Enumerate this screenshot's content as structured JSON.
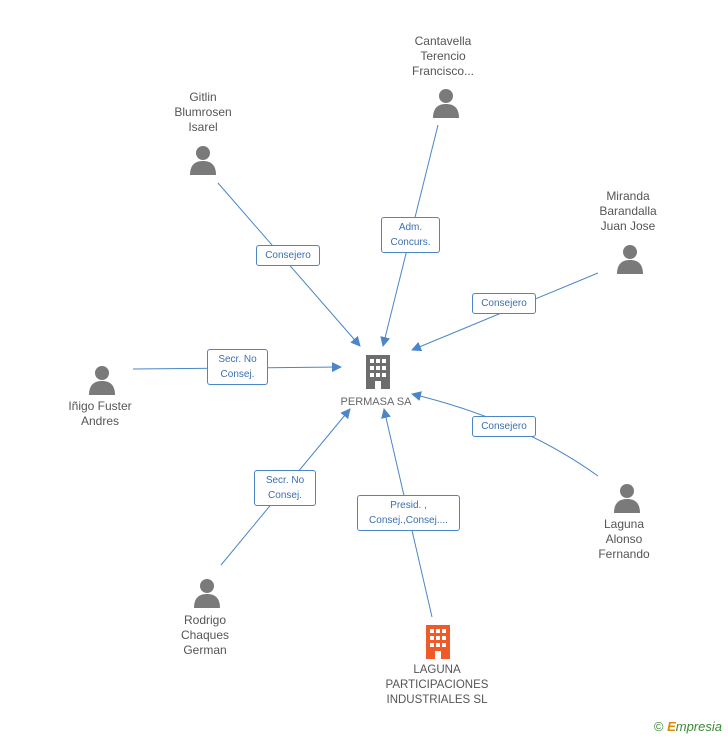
{
  "center": {
    "label": "PERMASA SA"
  },
  "people": [
    {
      "id": "gitlin",
      "lines": [
        "Gitlin",
        "Blumrosen",
        "Isarel"
      ]
    },
    {
      "id": "cantavella",
      "lines": [
        "Cantavella",
        "Terencio",
        "Francisco..."
      ]
    },
    {
      "id": "miranda",
      "lines": [
        "Miranda",
        "Barandalla",
        "Juan Jose"
      ]
    },
    {
      "id": "inigo",
      "lines": [
        "Iñigo Fuster",
        "Andres"
      ]
    },
    {
      "id": "laguna-alonso",
      "lines": [
        "Laguna",
        "Alonso",
        "Fernando"
      ]
    },
    {
      "id": "rodrigo",
      "lines": [
        "Rodrigo",
        "Chaques",
        "German"
      ]
    }
  ],
  "company": {
    "lines": [
      "LAGUNA",
      "PARTICIPACIONES",
      "INDUSTRIALES SL"
    ]
  },
  "edges": [
    {
      "lines": [
        "Consejero"
      ]
    },
    {
      "lines": [
        "Adm.",
        "Concurs."
      ]
    },
    {
      "lines": [
        "Consejero"
      ]
    },
    {
      "lines": [
        "Secr.  No",
        "Consej."
      ]
    },
    {
      "lines": [
        "Consejero"
      ]
    },
    {
      "lines": [
        "Secr.  No",
        "Consej."
      ]
    },
    {
      "lines": [
        "Presid. ,",
        "Consej.,Consej...."
      ]
    }
  ],
  "copyright": {
    "symbol": "©",
    "brand_first": "E",
    "brand_rest": "mpresia"
  },
  "colors": {
    "edge": "#4a86c8",
    "person": "#7a7a7a",
    "center_building": "#6d6d6d",
    "company_building": "#f05a28"
  }
}
